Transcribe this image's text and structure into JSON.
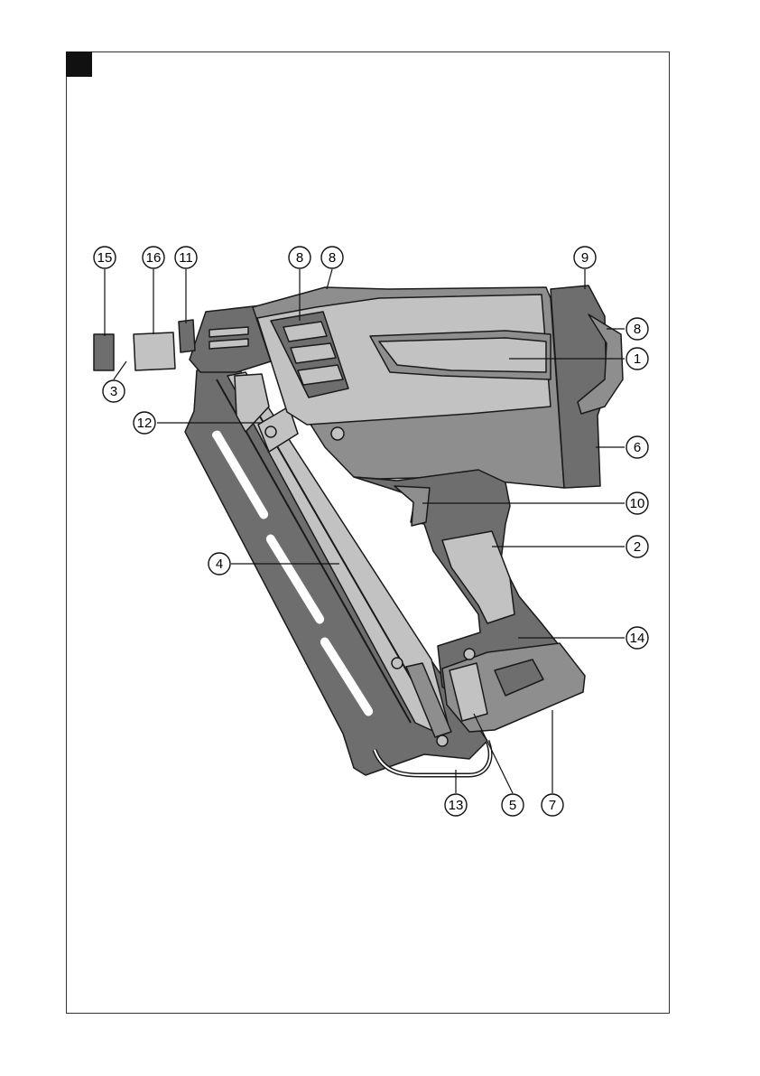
{
  "colors": {
    "frame": "#333333",
    "corner_block": "#111111",
    "body_light": "#c2c2c2",
    "body_mid": "#8e8e8e",
    "body_dark": "#6e6e6e",
    "outline": "#1a1a1a",
    "leader": "#111111"
  },
  "callouts": [
    {
      "id": "c15",
      "label": "15"
    },
    {
      "id": "c16",
      "label": "16"
    },
    {
      "id": "c11",
      "label": "11"
    },
    {
      "id": "c8a",
      "label": "8"
    },
    {
      "id": "c8b",
      "label": "8"
    },
    {
      "id": "c9",
      "label": "9"
    },
    {
      "id": "c8c",
      "label": "8"
    },
    {
      "id": "c1",
      "label": "1"
    },
    {
      "id": "c3",
      "label": "3"
    },
    {
      "id": "c12",
      "label": "12"
    },
    {
      "id": "c6",
      "label": "6"
    },
    {
      "id": "c10",
      "label": "10"
    },
    {
      "id": "c2",
      "label": "2"
    },
    {
      "id": "c4",
      "label": "4"
    },
    {
      "id": "c14",
      "label": "14"
    },
    {
      "id": "c13",
      "label": "13"
    },
    {
      "id": "c5",
      "label": "5"
    },
    {
      "id": "c7",
      "label": "7"
    }
  ]
}
